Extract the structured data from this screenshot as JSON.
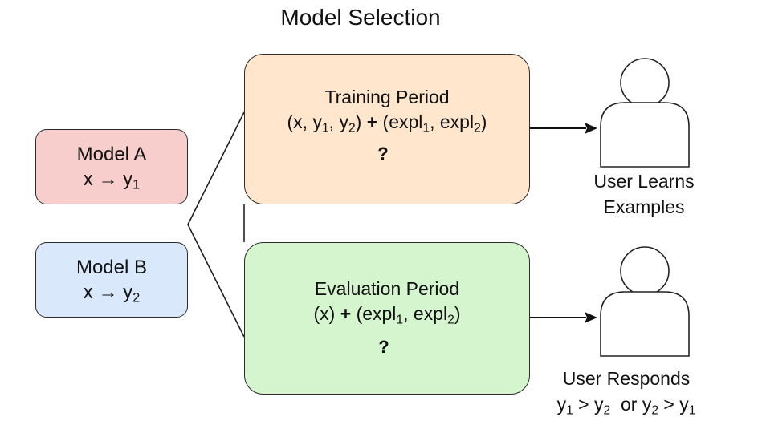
{
  "title": "Model Selection",
  "model_a": {
    "name": "Model A",
    "mapping": "x → y",
    "output_sub": "1"
  },
  "model_b": {
    "name": "Model B",
    "mapping": "x → y",
    "output_sub": "2"
  },
  "training": {
    "title": "Training Period",
    "lhs": "(x, y",
    "lhs_sub1": "1",
    "lhs_mid": ", y",
    "lhs_sub2": "2",
    "lhs_end": ")",
    "plus": "+",
    "rhs": "(expl",
    "rhs_sub1": "1",
    "rhs_mid": ", expl",
    "rhs_sub2": "2",
    "rhs_end": ")",
    "question": "?"
  },
  "evaluation": {
    "title": "Evaluation Period",
    "lhs": "(x)",
    "plus": "+",
    "rhs": "(expl",
    "rhs_sub1": "1",
    "rhs_mid": ", expl",
    "rhs_sub2": "2",
    "rhs_end": ")",
    "question": "?"
  },
  "user_learns": {
    "line1": "User Learns",
    "line2": "Examples"
  },
  "user_responds": {
    "line1": "User Responds",
    "r1": "y",
    "r1_sub": "1",
    "r1_op": " > y",
    "r1_sub2": "2",
    "or": "  or ",
    "r2": "y",
    "r2_sub": "2",
    "r2_op": " > y",
    "r2_sub2": "1"
  }
}
